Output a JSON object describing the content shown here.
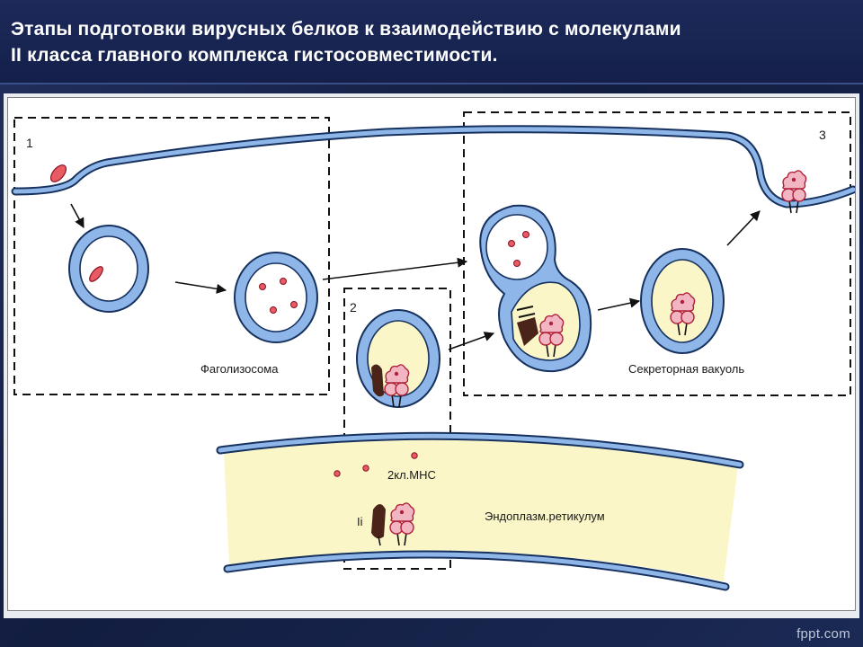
{
  "slide": {
    "title_line1": "Этапы подготовки вирусных белков к взаимодействию с молекулами",
    "title_line2": "II класса главного комплекса гистосовместимости.",
    "watermark": "fppt.com"
  },
  "diagram": {
    "stage_labels": [
      "1",
      "2",
      "3"
    ],
    "labels": {
      "phagolysosome": "Фаголизосома",
      "secretory_vacuole": "Секреторная вакуоль",
      "mhc_class2": "2кл.МНС",
      "invariant_chain": "Ii",
      "er": "Эндоплазм.ретикулум"
    },
    "colors": {
      "membrane_fill": "#8fb6e8",
      "membrane_stroke": "#16315e",
      "vesicle_inner": "#ffffff",
      "yellow_lumen": "#fbf6c8",
      "antigen": "#e85a64",
      "mhc_pink": "#f2b6c2",
      "mhc_stroke": "#b0203a",
      "ii_chain": "#4a2418",
      "dash": "#111111"
    }
  }
}
